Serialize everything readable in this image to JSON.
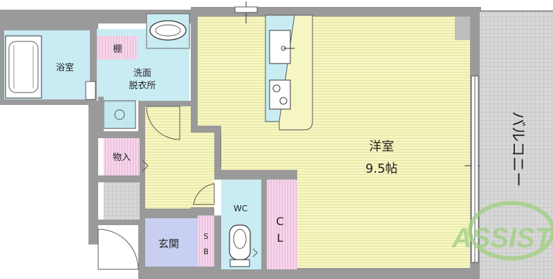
{
  "rooms": {
    "bath": {
      "label": "浴室",
      "color": "#c9ecf3"
    },
    "shelf": {
      "label": "棚",
      "color": "#f5d5ea"
    },
    "washroom": {
      "line1": "洗面",
      "line2": "脱衣所",
      "color": "#c9ecf3"
    },
    "storage": {
      "label": "物入",
      "color": "#f5d5ea"
    },
    "entrance": {
      "label": "玄関",
      "color": "#c8cff2"
    },
    "shoe_box": {
      "line1": "S",
      "line2": "B",
      "color": "#f5d5ea"
    },
    "toilet": {
      "label": "WC",
      "color": "#c9ecf3"
    },
    "closet": {
      "line1": "C",
      "line2": "L",
      "color": "#f5d5ea"
    },
    "western_room": {
      "line1": "洋室",
      "line2": "9.5帖",
      "color": "#f6f6c4"
    },
    "balcony": {
      "label": "バルコニー",
      "color": "#d6d6d6"
    }
  },
  "corridor_color": "#f6f6c4",
  "wall_color": "#9a9a9a",
  "watermark": {
    "text": "ASSIST",
    "color": "#9fcf7f"
  }
}
